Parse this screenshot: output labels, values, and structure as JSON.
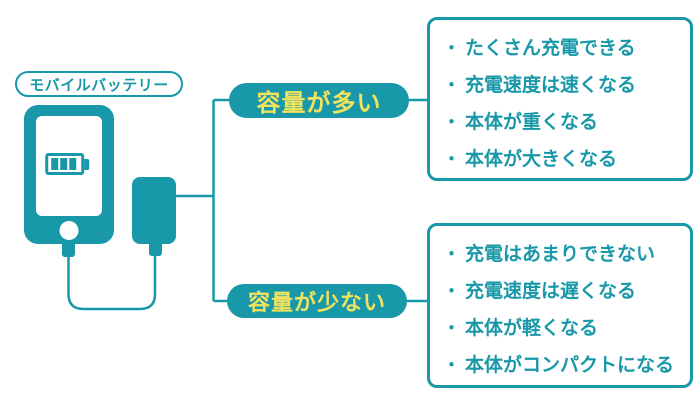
{
  "colors": {
    "teal": "#1898A8",
    "accent_yellow": "#F2E35E",
    "background": "#FFFFFF"
  },
  "title_label": "モバイルバッテリー",
  "bullet_char": "・",
  "illustration": {
    "phone_icon": "smartphone-with-battery-indicator",
    "power_bank_icon": "power-bank-connected-by-cable"
  },
  "branches": [
    {
      "pill_label": "容量が多い",
      "items": [
        "たくさん充電できる",
        "充電速度は速くなる",
        "本体が重くなる",
        "本体が大きくなる"
      ]
    },
    {
      "pill_label": "容量が少ない",
      "items": [
        "充電はあまりできない",
        "充電速度は遅くなる",
        "本体が軽くなる",
        "本体がコンパクトになる"
      ]
    }
  ]
}
